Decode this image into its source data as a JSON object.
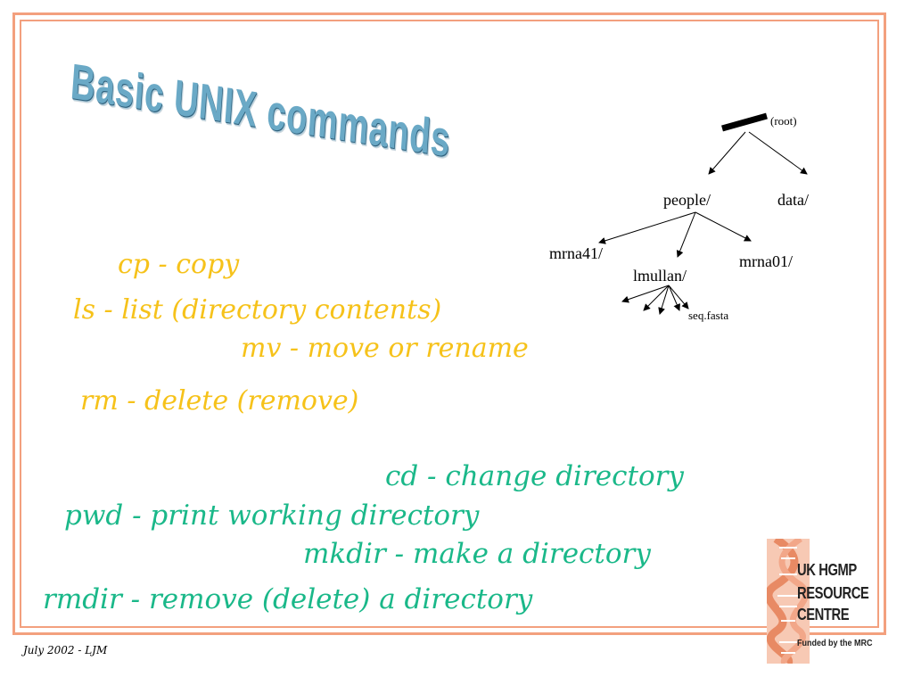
{
  "slide": {
    "title": "Basic UNIX commands",
    "footer": "July 2002 - LJM"
  },
  "commands": {
    "cp": "cp - copy",
    "ls": "ls - list (directory contents)",
    "mv": "mv - move or rename",
    "rm": "rm - delete (remove)",
    "cd": "cd - change directory",
    "pwd": "pwd - print working directory",
    "mkdir": "mkdir - make a directory",
    "rmdir": "rmdir - remove (delete) a directory"
  },
  "tree": {
    "root": "(root)",
    "people": "people/",
    "data": "data/",
    "mrna41": "mrna41/",
    "lmullan": "lmullan/",
    "mrna01": "mrna01/",
    "seqfasta": "seq.fasta"
  },
  "logo": {
    "line1": "UK HGMP",
    "line2": "RESOURCE",
    "line3": "CENTRE",
    "funded": "Funded by the MRC"
  },
  "colors": {
    "frame": "#f3a07e",
    "yellow_commands": "#f6c21a",
    "green_commands": "#1ab889",
    "title": "#6aa9c6"
  }
}
